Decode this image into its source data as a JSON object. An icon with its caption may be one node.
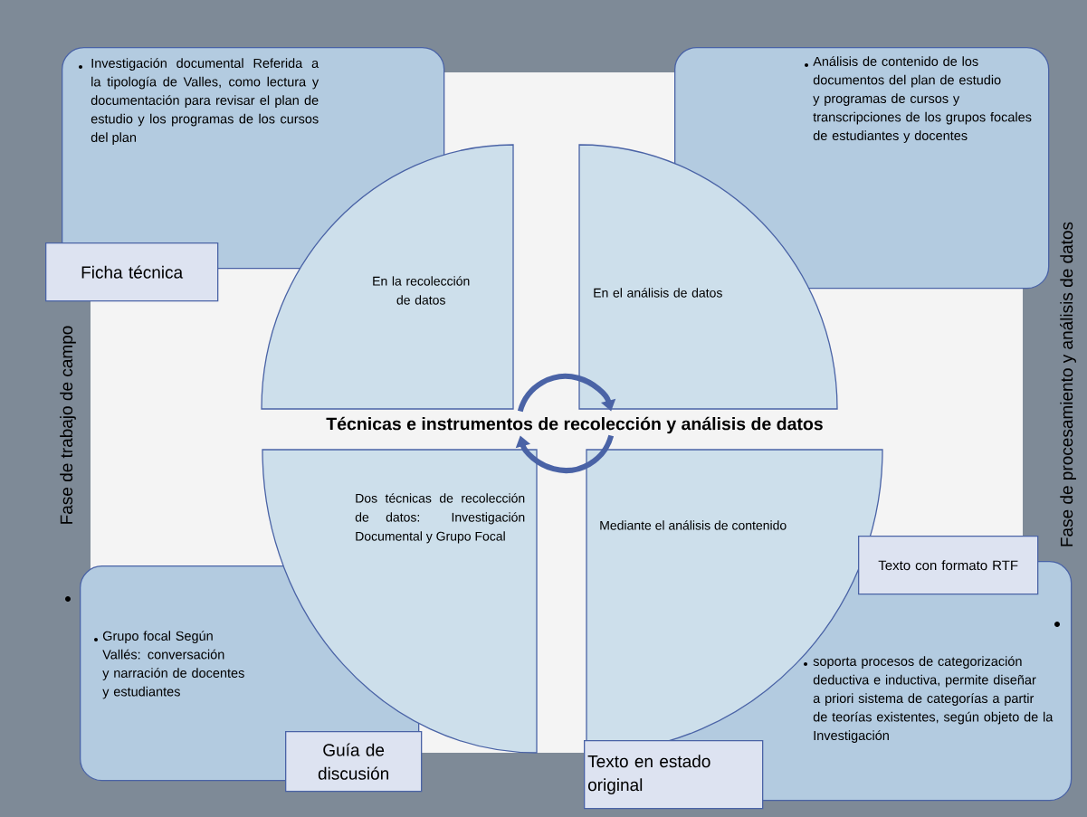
{
  "diagram": {
    "title": "Técnicas e instrumentos de recolección y análisis de datos",
    "nodes": [
      {
        "text": [
          "Investigación documental Referida a la tipología de Valles, como lectura y documentación para revisar el plan de estudio y los programas de los cursos del plan"
        ]
      },
      {
        "text": [
          "Ficha técnica"
        ]
      },
      {
        "text": [
          "Análisis de contenido de los documentos del plan de estudio y programas de cursos y transcripciones de los grupos focales de estudiantes y docentes"
        ]
      },
      {
        "text": [
          "En la recolección de datos"
        ]
      },
      {
        "text": [
          "En el análisis de datos"
        ]
      },
      {
        "text": [
          "Dos técnicas de recolección de datos: Investigación Documental y Grupo Focal"
        ]
      },
      {
        "text": [
          "Mediante el análisis de contenido"
        ]
      },
      {
        "text": [
          "Texto con formato RTF"
        ]
      },
      {
        "text": [
          "Grupo focal Según Vallés: conversación y narración de docentes y estudiantes"
        ]
      },
      {
        "text": [
          "soporta procesos de categorización deductiva e inductiva, permite diseñar a priori sistema de categorías a partir de teorías existentes, según objeto de la Investigación"
        ]
      },
      {
        "text": [
          "Guía de discusión"
        ]
      },
      {
        "text": [
          "Texto en estado original"
        ]
      }
    ],
    "edges": [
      {
        "from": 3,
        "to": 4,
        "arrow": "to"
      },
      {
        "from": 6,
        "to": 5,
        "arrow": "to"
      }
    ],
    "labels": [
      "Fase de trabajo de campo",
      "Fase de procesamiento y análisis de datos"
    ]
  }
}
